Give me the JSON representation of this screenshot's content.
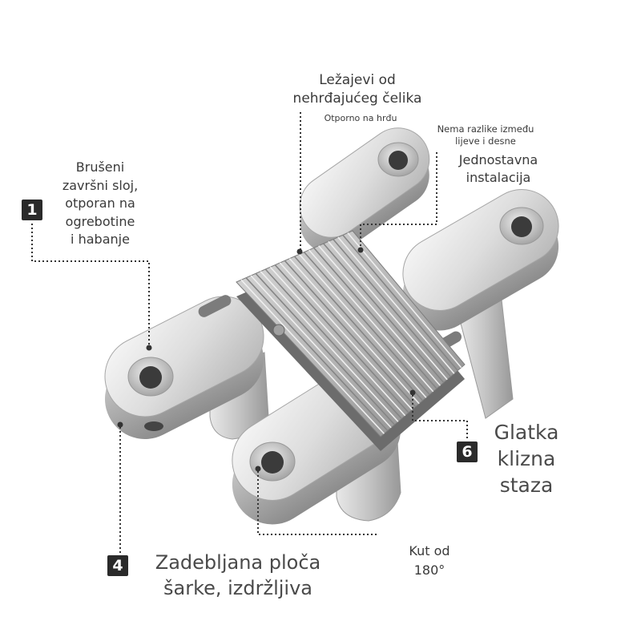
{
  "labels": {
    "bearings": {
      "line1": "Ležajevi od",
      "line2": "nehrđajućeg čelika",
      "note": "Otporno na hrđu"
    },
    "symmetry": {
      "line1": "Nema razlike između",
      "line2": "lijeve i desne"
    },
    "installation": {
      "line1": "Jednostavna",
      "line2": "instalacija"
    },
    "finish": {
      "badge": "1",
      "lines": [
        "Brušeni",
        "završni sloj,",
        "otporan na",
        "ogrebotine",
        "i habanje"
      ]
    },
    "plate": {
      "badge": "4",
      "line1": "Zadebljana ploča",
      "line2": "šarke, izdržljiva"
    },
    "track": {
      "badge": "6",
      "lines": [
        "Glatka",
        "klizna",
        "staza"
      ]
    },
    "angle": {
      "line1": "Kut od",
      "line2": "180°"
    }
  },
  "colors": {
    "text": "#3a3a3a",
    "text_large": "#4a4a4a",
    "badge": "#2a2a2a",
    "leader": "#333333"
  }
}
